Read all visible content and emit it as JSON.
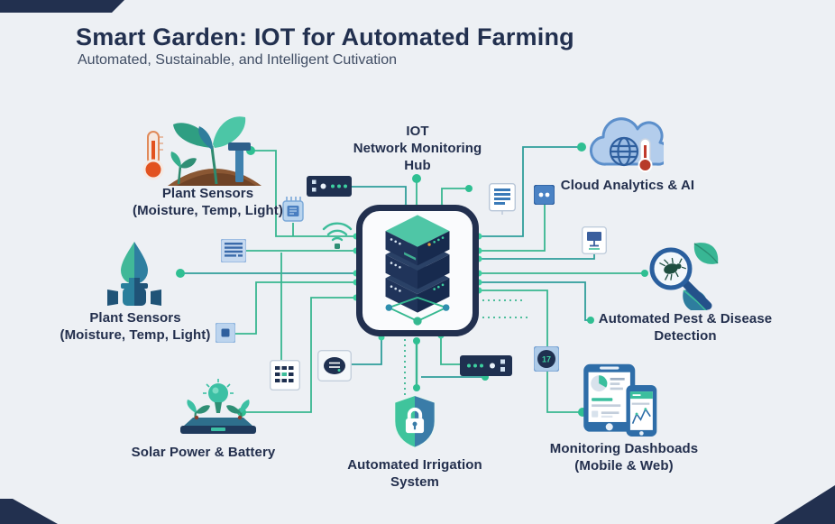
{
  "header": {
    "title": "Smart Garden: IOT for Automated Farming",
    "subtitle": "Automated, Sustainable, and Intelligent Cutivation"
  },
  "hub": {
    "label": "IOT\nNetwork Monitoring\nHub",
    "icon": "server-stack-icon"
  },
  "nodes": {
    "plant_sensors_top": {
      "label": "Plant Sensors\n(Moisture, Temp, Light)",
      "icon": "plant-thermometer-icon"
    },
    "plant_sensors_left": {
      "label": "Plant Sensors\n(Moisture, Temp, Light)",
      "icon": "water-valve-icon"
    },
    "solar": {
      "label": "Solar Power & Battery",
      "icon": "bulb-seedling-icon"
    },
    "cloud": {
      "label": "Cloud Analytics & AI",
      "icon": "cloud-globe-thermometer-icon"
    },
    "pest": {
      "label": "Automated Pest & Disease\nDetection",
      "icon": "magnifier-bug-leaf-icon"
    },
    "irrigation": {
      "label": "Automated Irrigation\nSystem",
      "icon": "shield-lock-icon"
    },
    "dashboards": {
      "label": "Monitoring Dashboads\n(Mobile & Web)",
      "icon": "mobile-web-devices-icon"
    }
  },
  "chip17": {
    "label": "17"
  },
  "mini_icons": [
    "router-icon",
    "chip-icon",
    "wifi-icon",
    "panel-grid-icon",
    "sensor-chip-icon",
    "list-icon",
    "port-icon",
    "monitor-icon",
    "battery-grid-icon",
    "storage-disc-icon",
    "server-bar-icon",
    "chip-17-icon"
  ],
  "colors": {
    "background": "#edf0f4",
    "navy": "#22304f",
    "line_teal": "#38b690",
    "leaf_teal": "#3dbd9a",
    "steel_blue": "#2e7fa0",
    "cloud_blue": "#b3cdec",
    "soil_brown": "#8a5733",
    "thermometer_red": "#e2521f"
  }
}
